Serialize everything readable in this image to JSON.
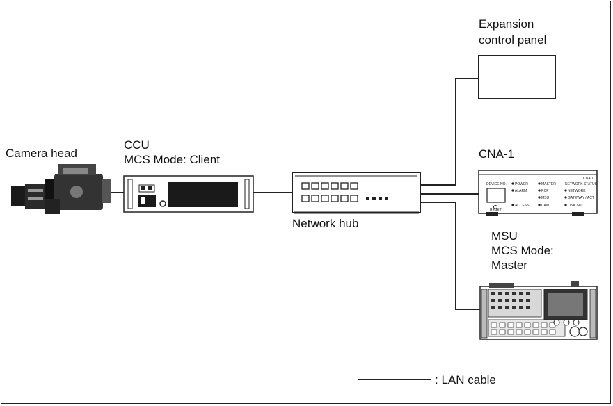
{
  "labels": {
    "camera_head": "Camera head",
    "ccu": "CCU",
    "ccu_mode": "MCS Mode: Client",
    "network_hub": "Network hub",
    "expansion_line1": "Expansion",
    "expansion_line2": "control panel",
    "cna": "CNA-1",
    "msu": "MSU",
    "msu_mode_line1": "MCS Mode:",
    "msu_mode_line2": "Master",
    "legend": ": LAN cable"
  },
  "cna_panel": {
    "model": "CNA-1",
    "device_no": "DEVICE NO.",
    "reset": "RESET",
    "col1": [
      "POWER",
      "ALARM",
      "ACCESS"
    ],
    "col2": [
      "MASTER",
      "RCP",
      "MSU",
      "CAM"
    ],
    "col3_title": "NETWORK STATUS",
    "col3": [
      "NETWORK",
      "GATEWAY / ACT",
      "LINK / ACT"
    ]
  },
  "colors": {
    "line": "#222222",
    "device_fill": "#ffffff",
    "dark": "#1a1a1a"
  },
  "icons": [
    "camera-head-icon",
    "ccu-device-icon",
    "network-hub-icon",
    "expansion-panel-icon",
    "cna-device-icon",
    "msu-device-icon"
  ]
}
